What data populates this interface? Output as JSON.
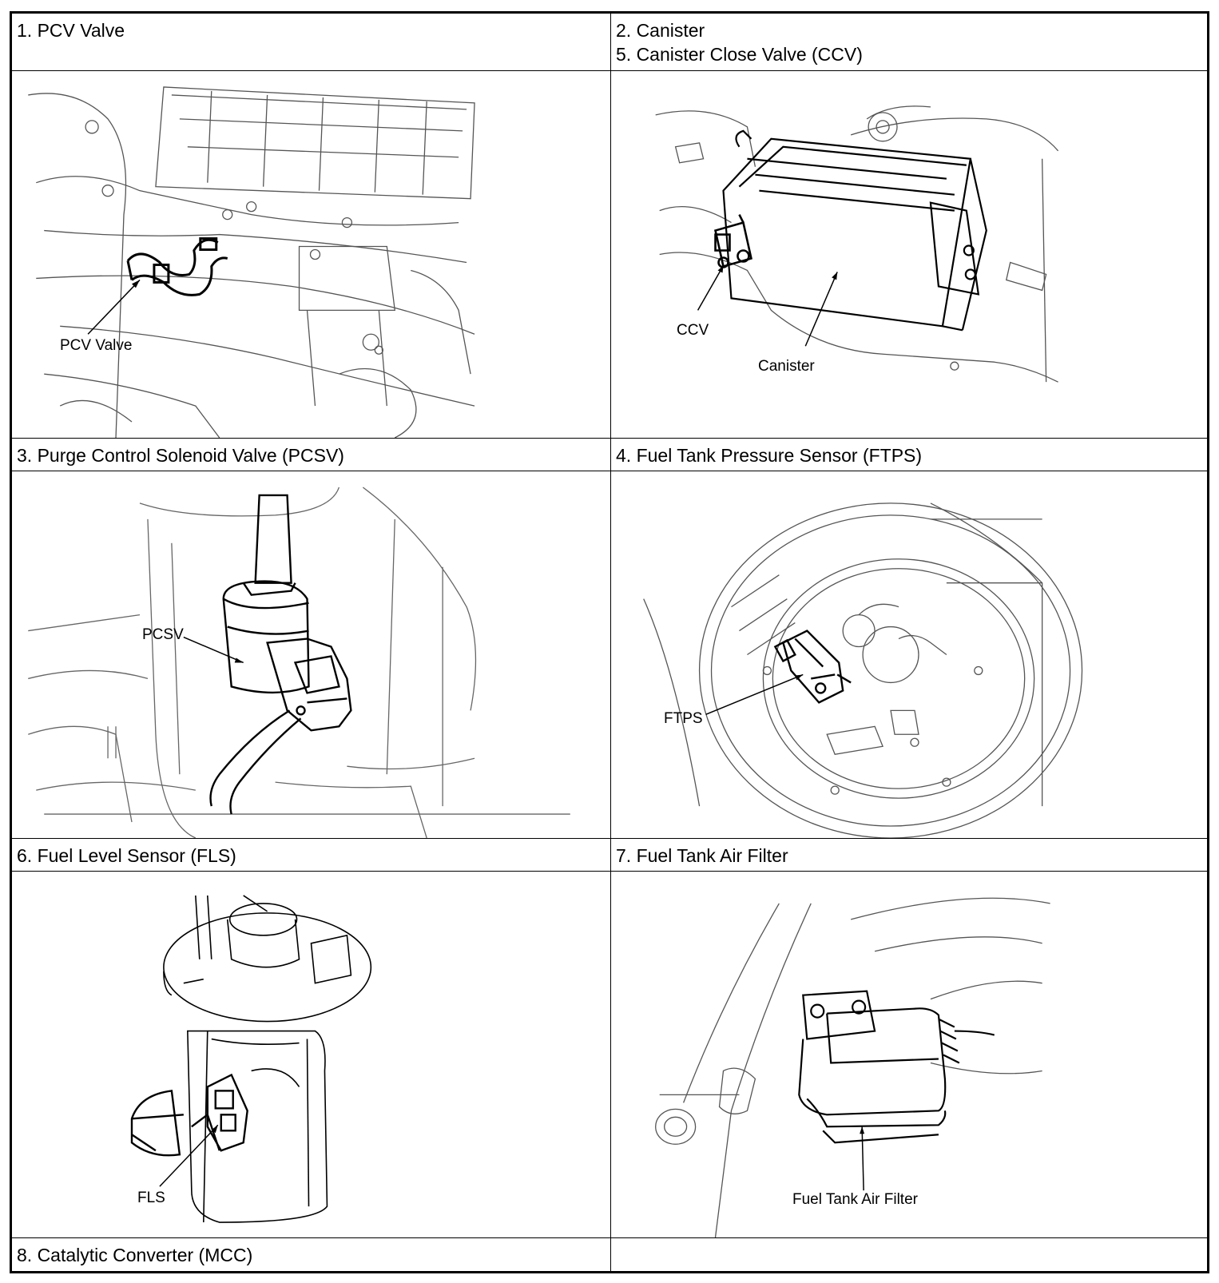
{
  "headers": {
    "pcv": "1. PCV Valve",
    "canister": "2. Canister",
    "ccv": "5. Canister Close Valve (CCV)",
    "pcsv": "3. Purge Control Solenoid Valve (PCSV)",
    "ftps": "4. Fuel Tank Pressure Sensor (FTPS)",
    "fls": "6. Fuel Level Sensor (FLS)",
    "air_filter": "7. Fuel Tank Air Filter",
    "mcc": "8. Catalytic Converter (MCC)"
  },
  "callouts": {
    "pcv": "PCV Valve",
    "ccv": "CCV",
    "canister": "Canister",
    "pcsv": "PCSV",
    "ftps": "FTPS",
    "fls": "FLS",
    "air_filter": "Fuel Tank Air Filter"
  }
}
